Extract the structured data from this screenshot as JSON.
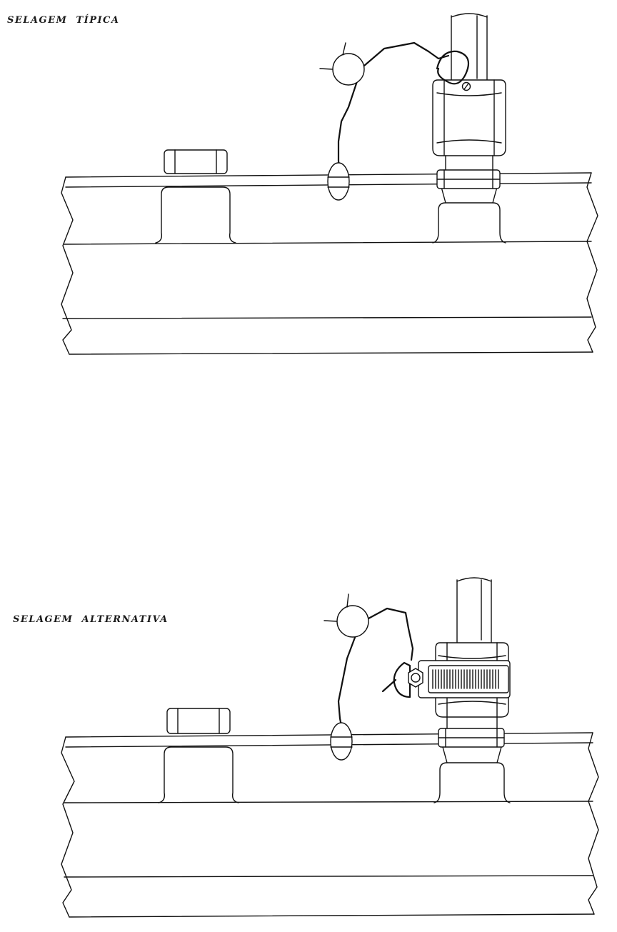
{
  "figures": [
    {
      "id": "top",
      "caption": "SELAGEM TÍPICA",
      "variant": "typical"
    },
    {
      "id": "bottom",
      "caption": "SELAGEM ALTERNATIVA",
      "variant": "alternative"
    }
  ],
  "colors": {
    "ink": "#111111",
    "paper": "#ffffff"
  }
}
